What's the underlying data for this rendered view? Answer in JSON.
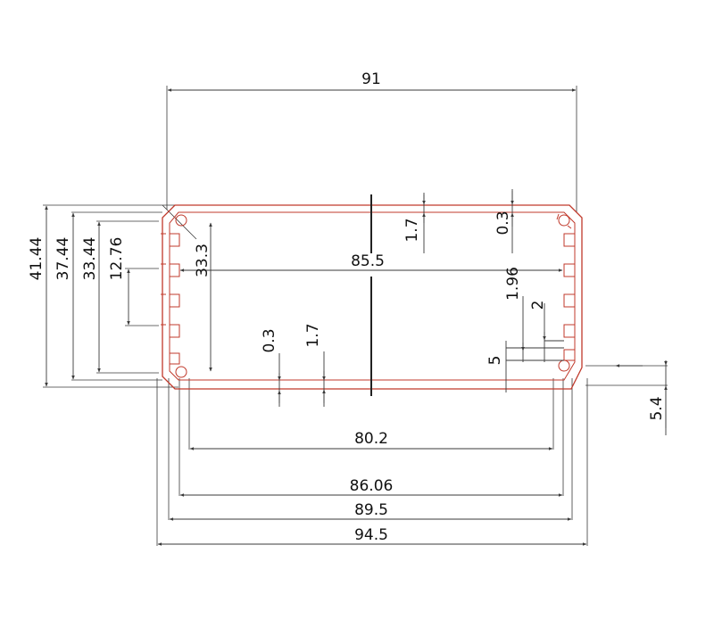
{
  "dimensions": {
    "overall_width_top": "91",
    "inner_top_span": "85.5",
    "bottom_inner": "80.2",
    "bottom_86": "86.06",
    "bottom_89": "89.5",
    "bottom_94": "94.5",
    "height_41": "41.44",
    "height_37": "37.44",
    "height_33": "33.44",
    "height_12": "12.76",
    "inner_height": "33.3",
    "fin_1_7_top": "1.7",
    "groove_0_3_top": "0.3",
    "gap_1_96": "1.96",
    "slot_2": "2",
    "slot_5": "5",
    "groove_0_3_bottom": "0.3",
    "fin_1_7_bottom": "1.7",
    "edge_5_4": "5.4"
  },
  "colors": {
    "profile": "#c0392b",
    "dimension_lines": "#3a3a3a"
  }
}
